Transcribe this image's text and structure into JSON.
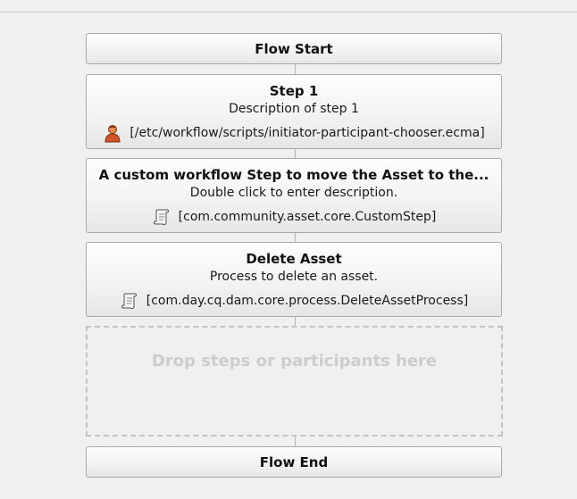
{
  "flow_start": {
    "label": "Flow Start"
  },
  "steps": [
    {
      "title": "Step 1",
      "description": "Description of step 1",
      "icon": "participant-icon",
      "implementation": "[/etc/workflow/scripts/initiator-participant-chooser.ecma]"
    },
    {
      "title": "A custom workflow Step to move the Asset to the...",
      "description": "Double click to enter description.",
      "icon": "process-script-icon",
      "implementation": "[com.community.asset.core.CustomStep]"
    },
    {
      "title": "Delete Asset",
      "description": "Process to delete an asset.",
      "icon": "process-script-icon",
      "implementation": "[com.day.cq.dam.core.process.DeleteAssetProcess]"
    }
  ],
  "drop_zone": {
    "label": "Drop steps or participants here"
  },
  "flow_end": {
    "label": "Flow End"
  }
}
